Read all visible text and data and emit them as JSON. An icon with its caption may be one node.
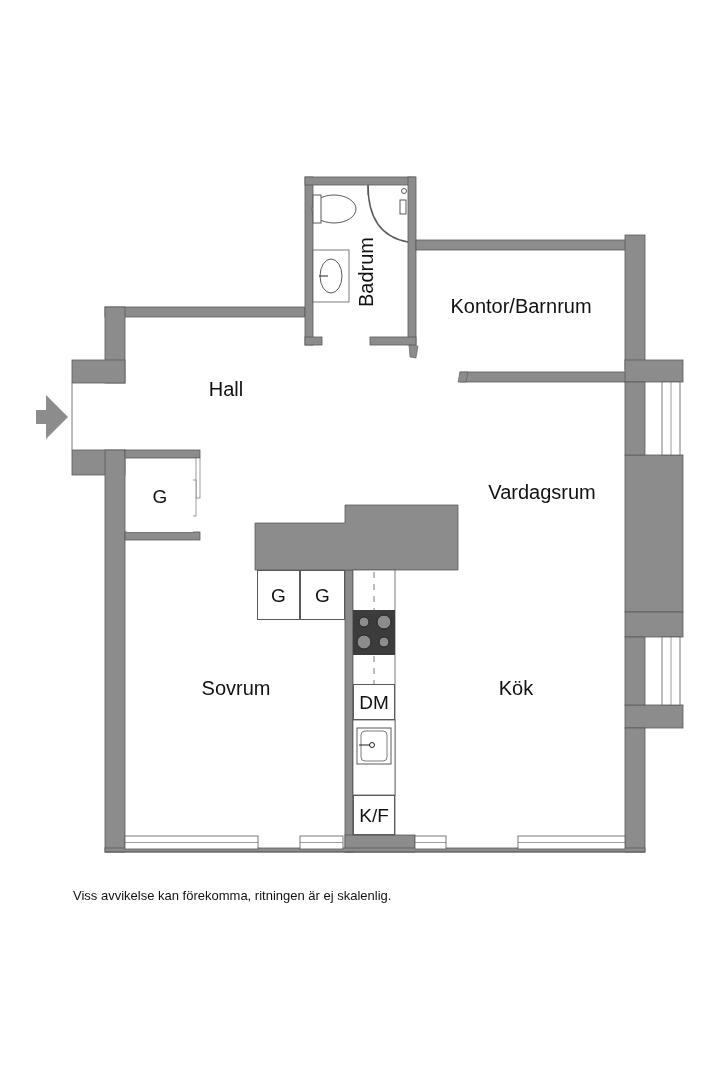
{
  "diagram": {
    "caption": "Viss avvikelse kan förekomma, ritningen är ej skalenlig.",
    "nodes": [
      {
        "text": [
          "G"
        ]
      },
      {
        "text": [
          "G"
        ]
      },
      {
        "text": [
          "G"
        ]
      },
      {
        "text": [
          "DM"
        ]
      },
      {
        "text": [
          "K/F"
        ]
      }
    ],
    "labels": [
      "Badrum",
      "Kontor/Barnrum",
      "Hall",
      "Vardagsrum",
      "Sovrum",
      "Kök"
    ]
  }
}
